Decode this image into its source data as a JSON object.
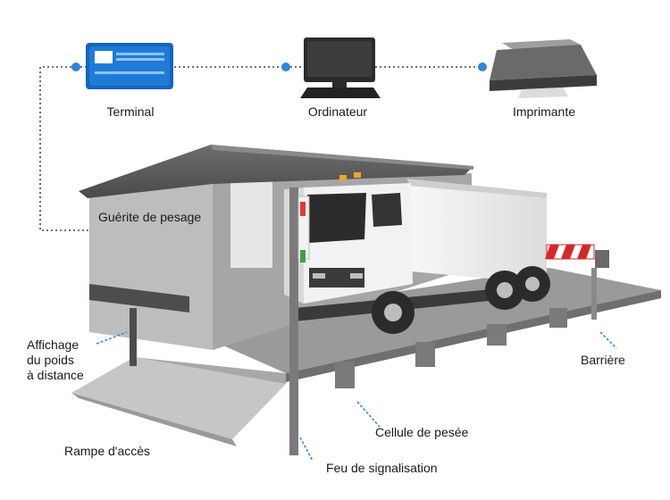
{
  "devices": {
    "terminal": "Terminal",
    "computer": "Ordinateur",
    "printer": "Imprimante"
  },
  "labels": {
    "booth": "Guérite de pesage",
    "display_line1": "Affichage",
    "display_line2": "du poids",
    "display_line3": "à distance",
    "ramp": "Rampe d'accès",
    "barrier": "Barrière",
    "load_cell": "Cellule de pesée",
    "signal_light": "Feu de signalisation"
  },
  "colors": {
    "connector": "#2e86de",
    "terminal_body": "#1565c0",
    "truck_cab": "#f2f2f2",
    "barrier_stripe": "#d62828",
    "signal_red": "#e53935",
    "signal_green": "#43a047",
    "cab_lights": "#f5a623"
  }
}
